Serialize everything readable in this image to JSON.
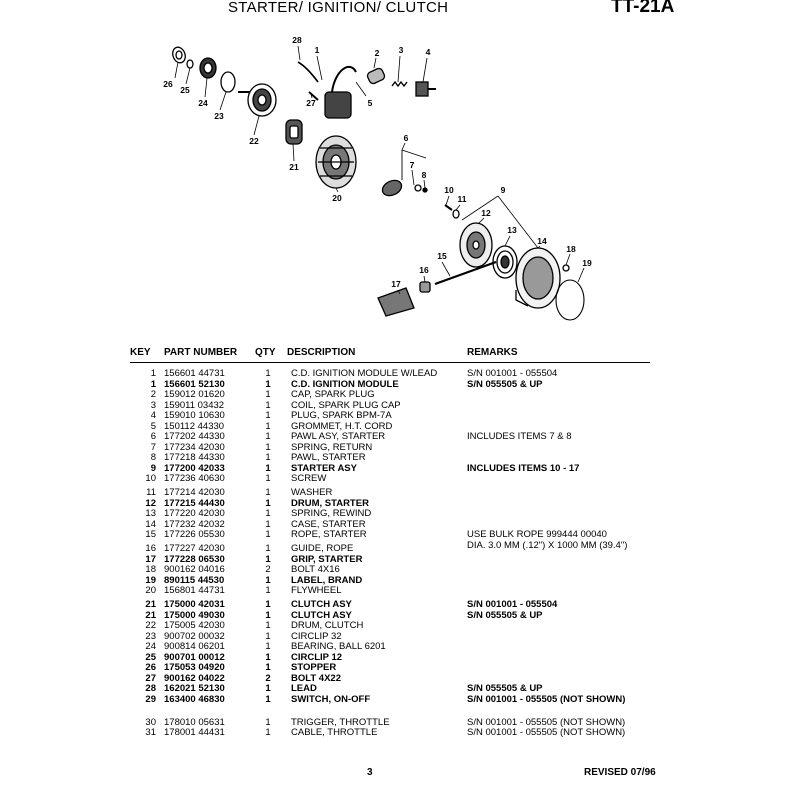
{
  "header": {
    "title": "STARTER/ IGNITION/ CLUTCH",
    "code": "TT-21A"
  },
  "diagram": {
    "callouts": [
      "1",
      "2",
      "3",
      "4",
      "5",
      "6",
      "7",
      "8",
      "9",
      "10",
      "11",
      "12",
      "13",
      "14",
      "15",
      "16",
      "17",
      "18",
      "19",
      "20",
      "21",
      "22",
      "23",
      "24",
      "25",
      "26",
      "27",
      "28"
    ]
  },
  "table": {
    "headers": {
      "key": "KEY",
      "part_number": "PART NUMBER",
      "qty": "QTY",
      "description": "DESCRIPTION",
      "remarks": "REMARKS"
    },
    "rows": [
      {
        "key": "1",
        "part": "156601 44731",
        "qty": "1",
        "desc": "C.D. IGNITION MODULE W/LEAD",
        "rem": "S/N 001001 - 055504",
        "rem2": ""
      },
      {
        "key": "1",
        "part": "156601 52130",
        "qty": "1",
        "desc": "C.D. IGNITION MODULE",
        "rem": "S/N 055505 & UP",
        "rem2": ""
      },
      {
        "key": "2",
        "part": "159012 01620",
        "qty": "1",
        "desc": "CAP, SPARK PLUG",
        "rem": "",
        "rem2": ""
      },
      {
        "key": "3",
        "part": "159011 03432",
        "qty": "1",
        "desc": "COIL, SPARK PLUG CAP",
        "rem": "",
        "rem2": ""
      },
      {
        "key": "4",
        "part": "159010 10630",
        "qty": "1",
        "desc": "PLUG, SPARK BPM-7A",
        "rem": "",
        "rem2": ""
      },
      {
        "key": "5",
        "part": "150112 44330",
        "qty": "1",
        "desc": "GROMMET, H.T. CORD",
        "rem": "",
        "rem2": ""
      },
      {
        "key": "6",
        "part": "177202 44330",
        "qty": "1",
        "desc": "PAWL ASY, STARTER",
        "rem": "INCLUDES ITEMS  7 & 8",
        "rem2": ""
      },
      {
        "key": "7",
        "part": "177234 42030",
        "qty": "1",
        "desc": "SPRING, RETURN",
        "rem": "",
        "rem2": ""
      },
      {
        "key": "8",
        "part": "177218 44330",
        "qty": "1",
        "desc": "PAWL, STARTER",
        "rem": "",
        "rem2": ""
      },
      {
        "key": "9",
        "part": "177200 42033",
        "qty": "1",
        "desc": "STARTER ASY",
        "rem": "INCLUDES ITEMS 10 - 17",
        "rem2": ""
      },
      {
        "key": "10",
        "part": "177236 40630",
        "qty": "1",
        "desc": "SCREW",
        "rem": "",
        "rem2": ""
      },
      {
        "key": "11",
        "part": "177214 42030",
        "qty": "1",
        "desc": "WASHER",
        "rem": "",
        "rem2": ""
      },
      {
        "key": "12",
        "part": "177215 44430",
        "qty": "1",
        "desc": "DRUM, STARTER",
        "rem": "",
        "rem2": ""
      },
      {
        "key": "13",
        "part": "177220 42030",
        "qty": "1",
        "desc": "SPRING, REWIND",
        "rem": "",
        "rem2": ""
      },
      {
        "key": "14",
        "part": "177232 42032",
        "qty": "1",
        "desc": "CASE, STARTER",
        "rem": "",
        "rem2": ""
      },
      {
        "key": "15",
        "part": "177226 05530",
        "qty": "1",
        "desc": "ROPE, STARTER",
        "rem": "USE BULK ROPE 999444 00040",
        "rem2": "DIA. 3.0 MM (.12\") X 1000 MM (39.4\")"
      },
      {
        "key": "16",
        "part": "177227 42030",
        "qty": "1",
        "desc": "GUIDE,  ROPE",
        "rem": "",
        "rem2": ""
      },
      {
        "key": "17",
        "part": "177228 06530",
        "qty": "1",
        "desc": "GRIP, STARTER",
        "rem": "",
        "rem2": ""
      },
      {
        "key": "18",
        "part": "900162 04016",
        "qty": "2",
        "desc": "BOLT  4X16",
        "rem": "",
        "rem2": ""
      },
      {
        "key": "19",
        "part": "890115 44530",
        "qty": "1",
        "desc": "LABEL, BRAND",
        "rem": "",
        "rem2": ""
      },
      {
        "key": "20",
        "part": "156801 44731",
        "qty": "1",
        "desc": "FLYWHEEL",
        "rem": "",
        "rem2": ""
      },
      {
        "key": "21",
        "part": "175000 42031",
        "qty": "1",
        "desc": "CLUTCH ASY",
        "rem": "S/N 001001 - 055504",
        "rem2": ""
      },
      {
        "key": "21",
        "part": "175000 49030",
        "qty": "1",
        "desc": "CLUTCH ASY",
        "rem": "S/N 055505 & UP",
        "rem2": ""
      },
      {
        "key": "22",
        "part": "175005 42030",
        "qty": "1",
        "desc": "DRUM, CLUTCH",
        "rem": "",
        "rem2": ""
      },
      {
        "key": "23",
        "part": "900702 00032",
        "qty": "1",
        "desc": "CIRCLIP  32",
        "rem": "",
        "rem2": ""
      },
      {
        "key": "24",
        "part": "900814 06201",
        "qty": "1",
        "desc": "BEARING, BALL 6201",
        "rem": "",
        "rem2": ""
      },
      {
        "key": "25",
        "part": "900701 00012",
        "qty": "1",
        "desc": "CIRCLIP  12",
        "rem": "",
        "rem2": ""
      },
      {
        "key": "26",
        "part": "175053 04920",
        "qty": "1",
        "desc": "STOPPER",
        "rem": "",
        "rem2": ""
      },
      {
        "key": "27",
        "part": "900162 04022",
        "qty": "2",
        "desc": "BOLT  4X22",
        "rem": "",
        "rem2": ""
      },
      {
        "key": "28",
        "part": "162021 52130",
        "qty": "1",
        "desc": "LEAD",
        "rem": "S/N 055505 & UP",
        "rem2": ""
      },
      {
        "key": "29",
        "part": "163400 46830",
        "qty": "1",
        "desc": "SWITCH, ON-OFF",
        "rem": "S/N 001001 - 055505  (NOT SHOWN)",
        "rem2": ""
      },
      {
        "key": "30",
        "part": "178010 05631",
        "qty": "1",
        "desc": "TRIGGER, THROTTLE",
        "rem": "S/N 001001 - 055505  (NOT SHOWN)",
        "rem2": ""
      },
      {
        "key": "31",
        "part": "178001 44431",
        "qty": "1",
        "desc": "CABLE, THROTTLE",
        "rem": "S/N 001001 - 055505  (NOT SHOWN)",
        "rem2": ""
      }
    ]
  },
  "footer": {
    "page": "3",
    "revised": "REVISED 07/96"
  }
}
